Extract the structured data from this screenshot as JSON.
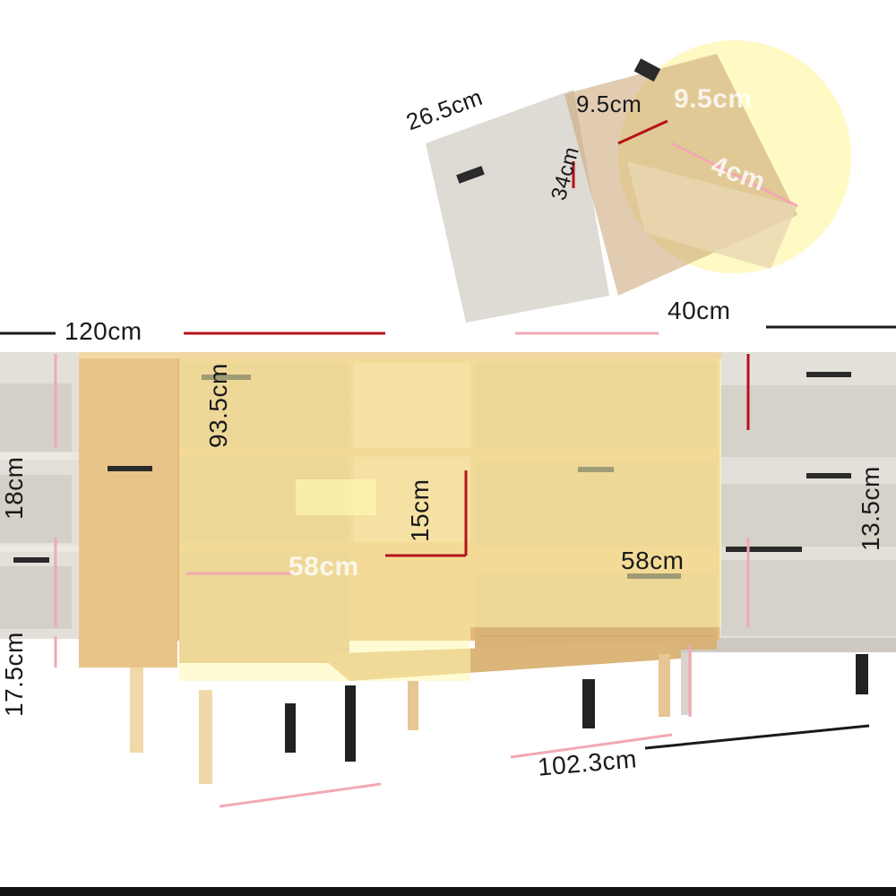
{
  "colors": {
    "wood": "#e4b978",
    "wood_light": "#f1d7a3",
    "rattan": "#d9b27a",
    "highlight_yellow": "#fff7b0",
    "gray_wood": "#dedbd5",
    "dimension_red": "#b5121b",
    "dimension_pink": "#f2a8b4",
    "handle": "#2a2a2a",
    "leg_dark": "#222222"
  },
  "dimensions": {
    "width_left": "120cm",
    "depth_right": "40cm",
    "total_height": "93.5cm",
    "drawer_height": "15cm",
    "drawer_width": "58cm",
    "overall_width": "102.3cm",
    "leg_height": "17.5cm",
    "side_height_left": "18cm",
    "side_height_right": "13.5cm",
    "drawer_inner_depth": "26.5cm",
    "drawer_inner_width": "9.5cm",
    "drawer_inner_side": "34cm",
    "ghost_width": "58cm",
    "ghost_inner": "9.5cm",
    "ghost_depth": "4cm"
  }
}
